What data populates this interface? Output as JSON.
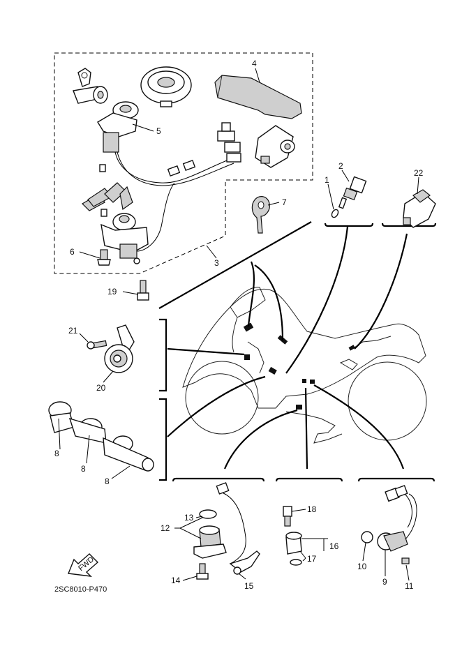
{
  "diagram": {
    "code": "2SC8010-P470",
    "fwd_label": "FWD",
    "callouts": {
      "c1": "1",
      "c2": "2",
      "c3": "3",
      "c4": "4",
      "c5": "5",
      "c6": "6",
      "c7": "7",
      "c8a": "8",
      "c8b": "8",
      "c8c": "8",
      "c9": "9",
      "c10": "10",
      "c11": "11",
      "c12": "12",
      "c13": "13",
      "c14": "14",
      "c15": "15",
      "c16": "16",
      "c17": "17",
      "c18": "18",
      "c19": "19",
      "c20": "20",
      "c21": "21",
      "c22": "22"
    }
  }
}
